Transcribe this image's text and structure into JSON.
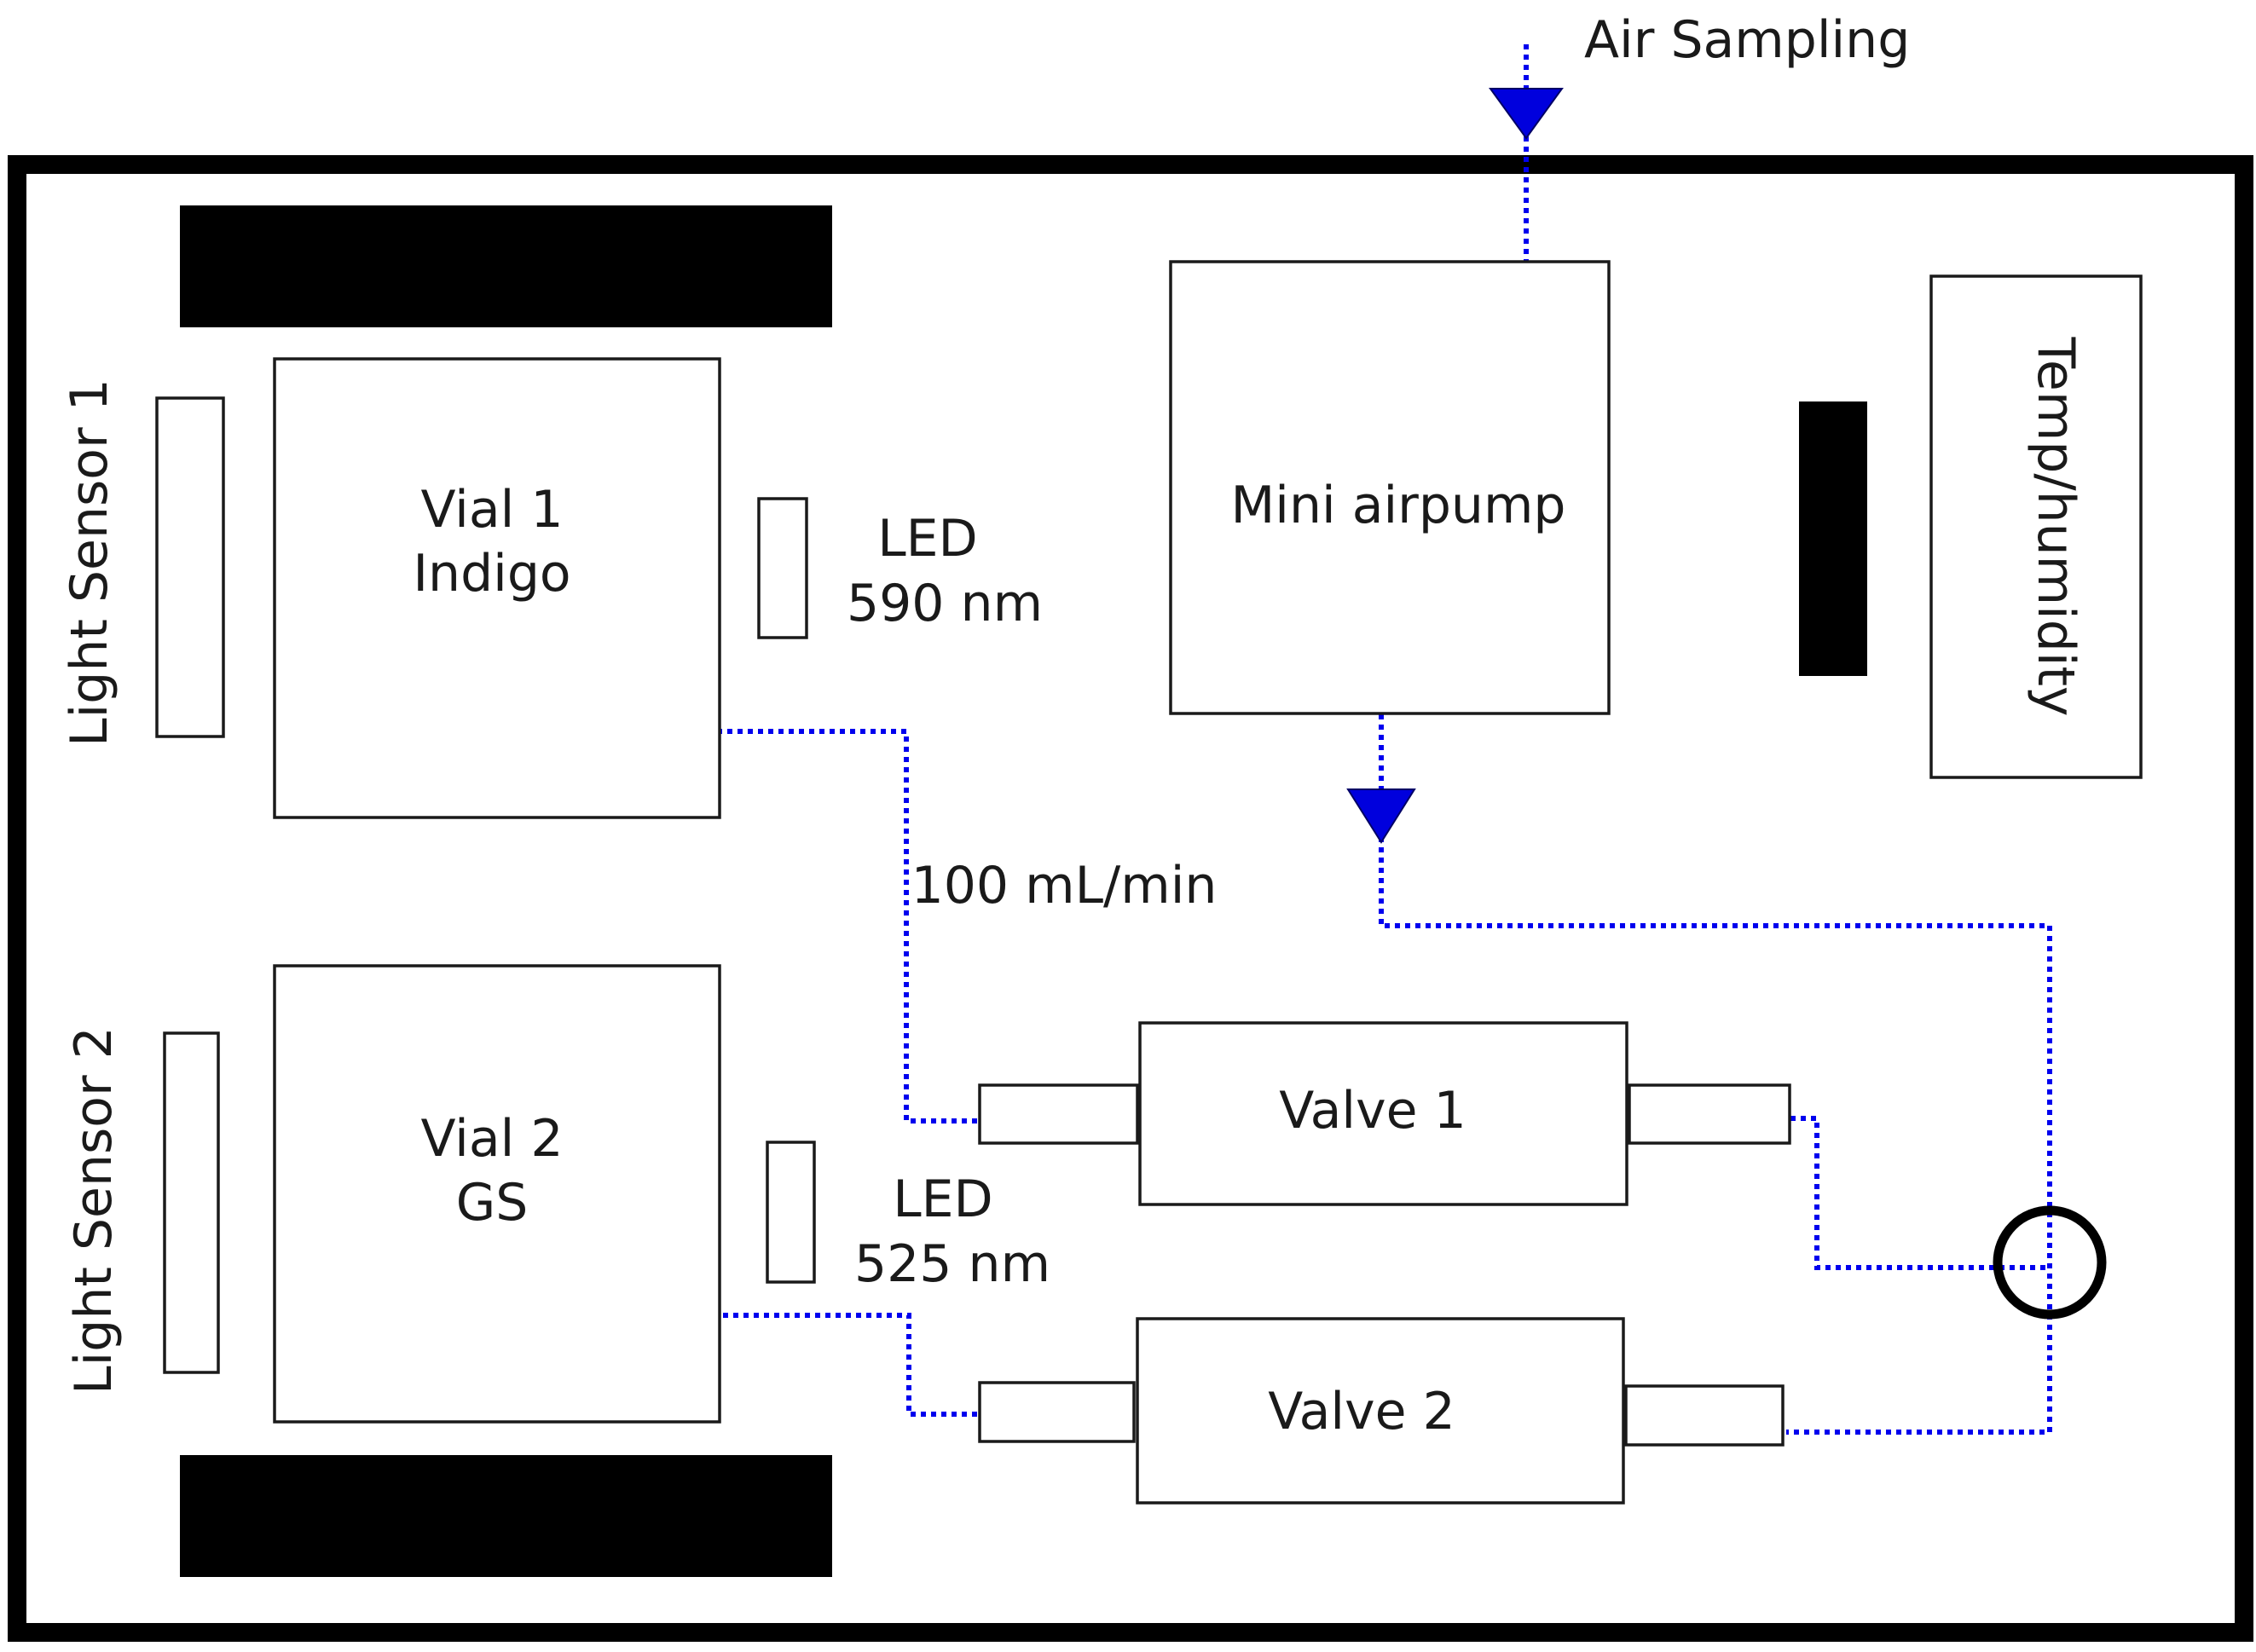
{
  "labels": {
    "air_sampling": "Air Sampling",
    "light_sensor_1": "Light Sensor 1",
    "light_sensor_2": "Light Sensor 2",
    "vial_1_line1": "Vial 1",
    "vial_1_line2": "Indigo",
    "vial_2_line1": "Vial 2",
    "vial_2_line2": "GS",
    "led_1_line1": "LED",
    "led_1_line2": "590 nm",
    "led_2_line1": "LED",
    "led_2_line2": "525 nm",
    "mini_airpump": "Mini airpump",
    "temp_humidity": "Temp/humidity",
    "flow_rate": "100 mL/min",
    "valve_1": "Valve 1",
    "valve_2": "Valve 2"
  },
  "colors": {
    "tubing": "#0000ee",
    "arrow": "#0000dd",
    "outline": "#1a1a1a",
    "block": "#000000"
  }
}
